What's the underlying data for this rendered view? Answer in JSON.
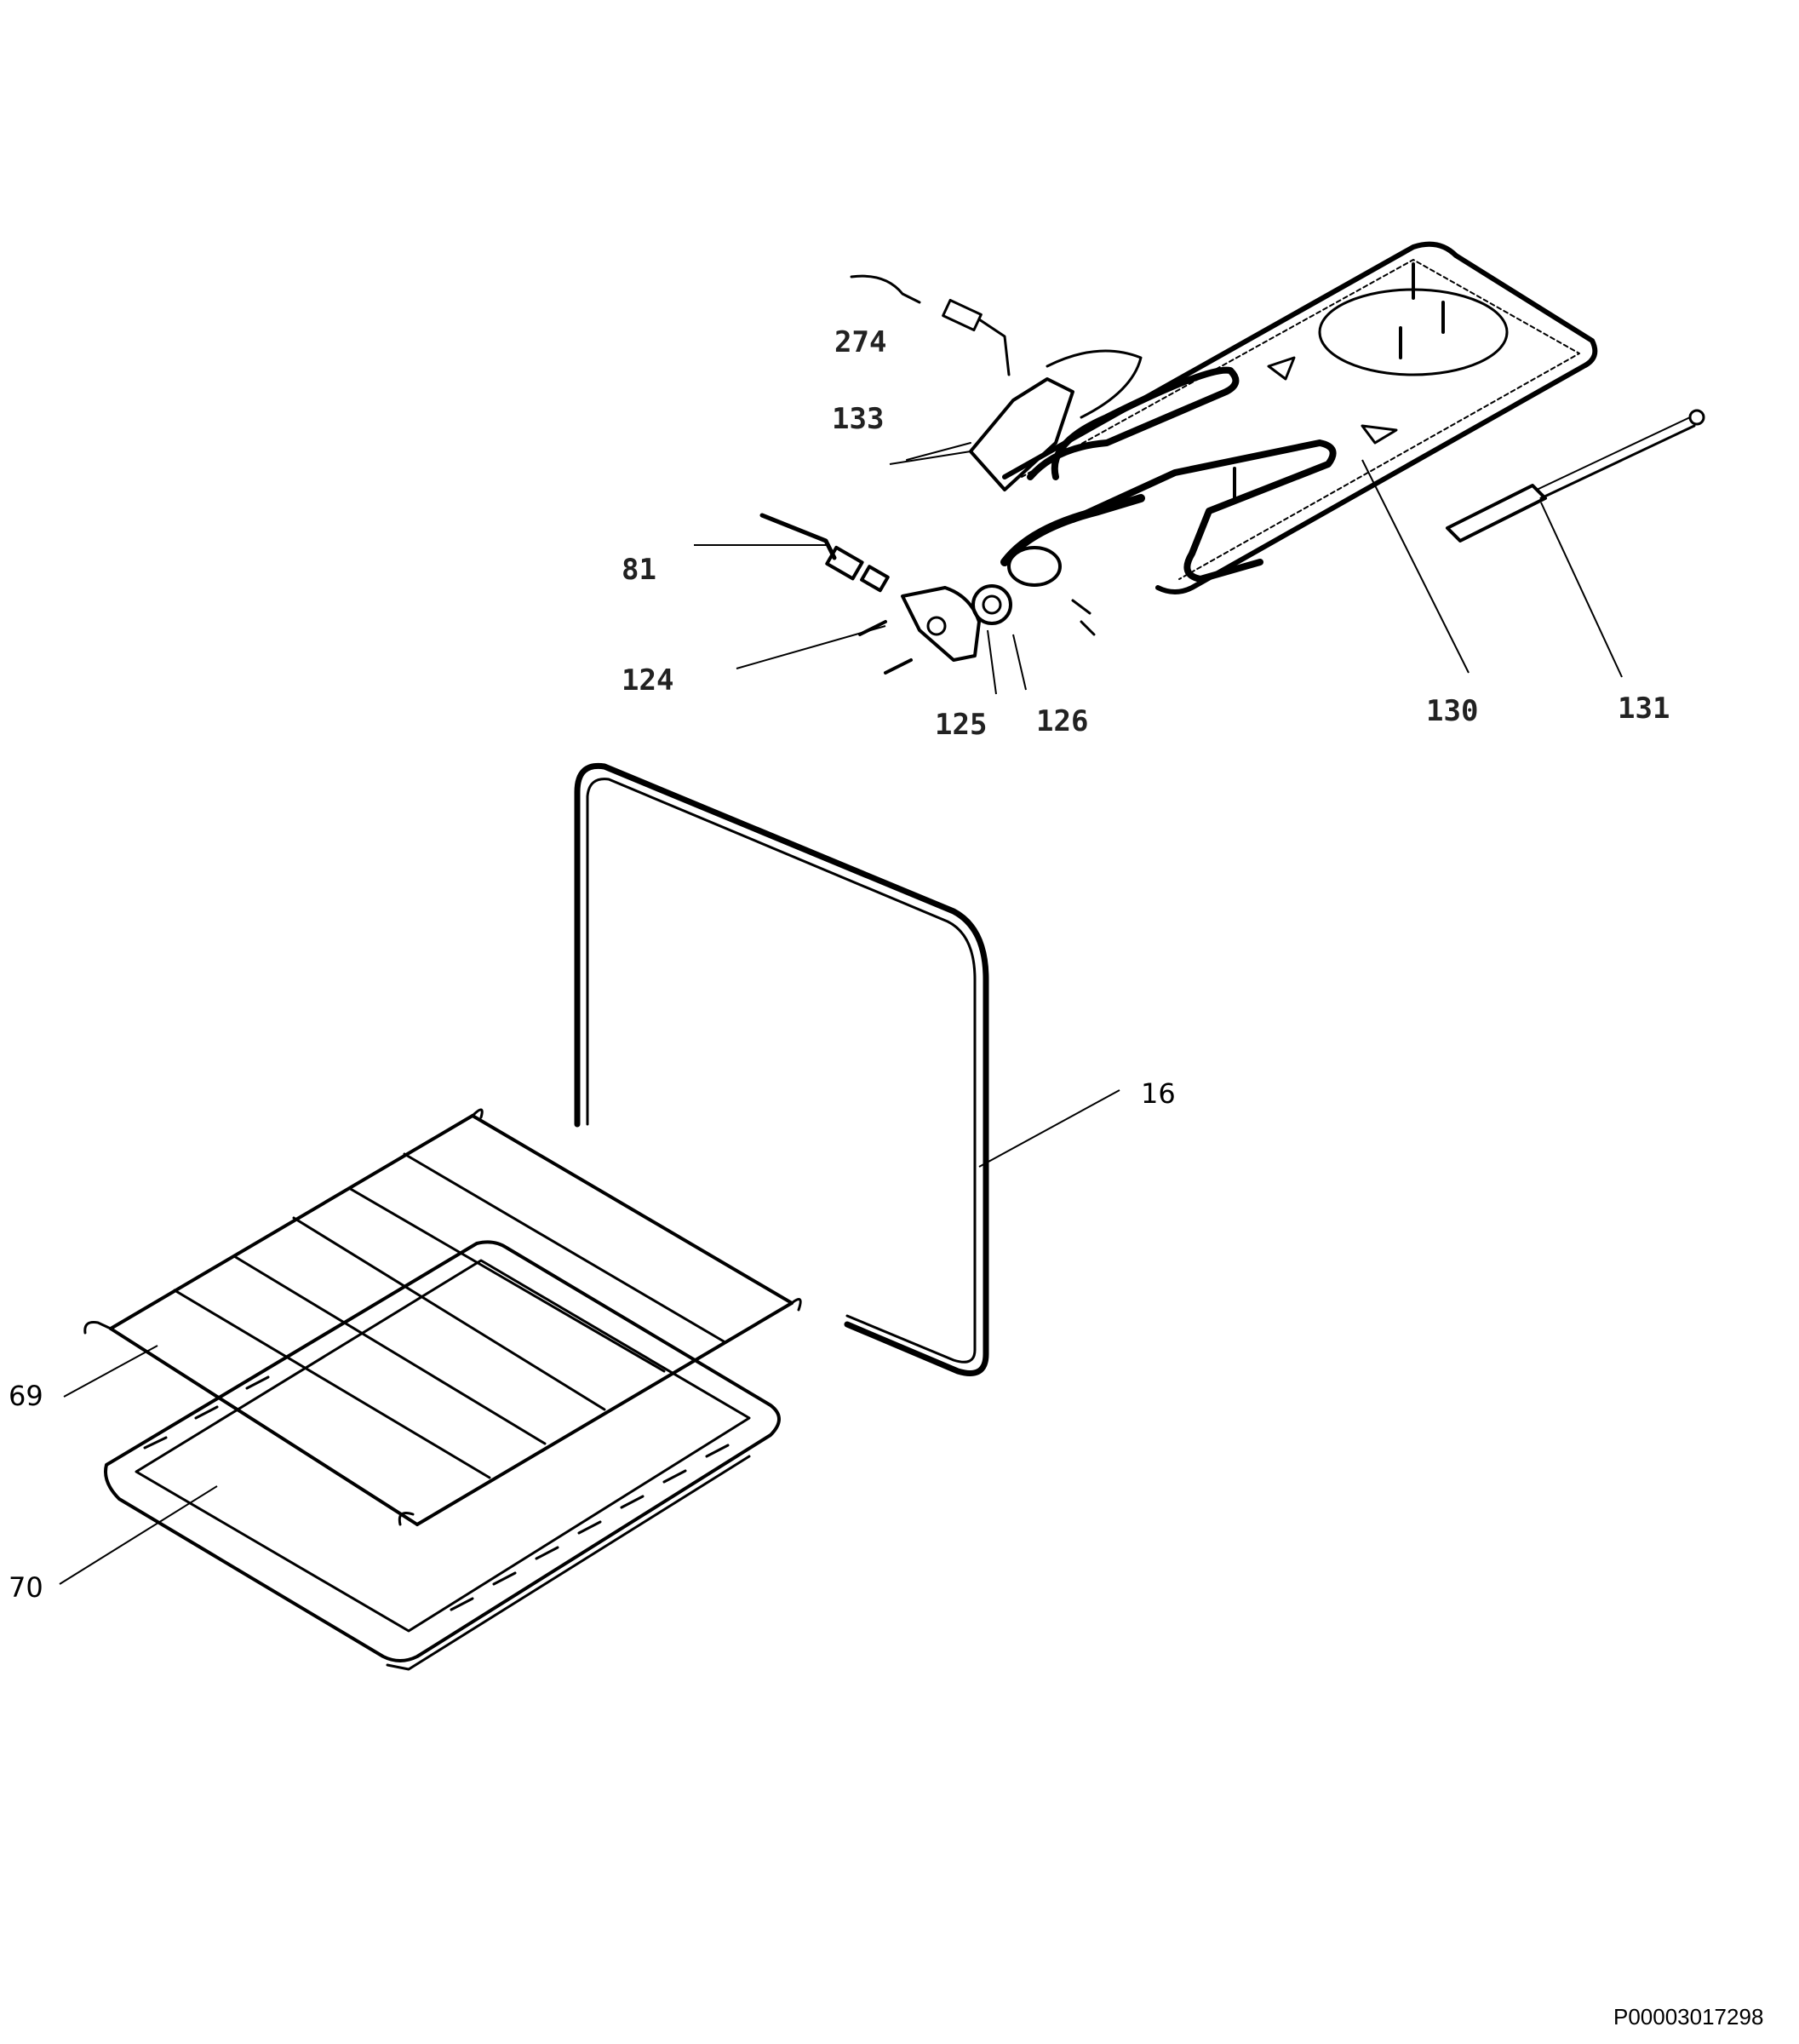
{
  "callouts": {
    "c274": "274",
    "c133": "133",
    "c81": "81",
    "c124": "124",
    "c125": "125",
    "c126": "126",
    "c130": "130",
    "c131": "131",
    "c16": "16",
    "c69": "69",
    "c70": "70"
  },
  "footer": {
    "drawing_id": "P00003017298"
  }
}
